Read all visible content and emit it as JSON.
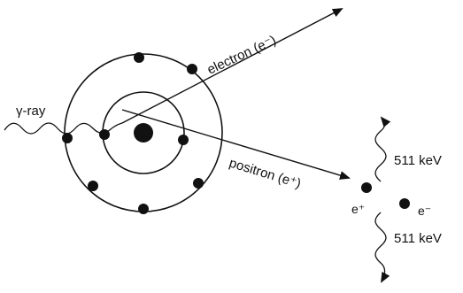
{
  "labels": {
    "gamma_ray": "γ-ray",
    "electron": "electron (e⁻)",
    "positron": "positron (e⁺)",
    "positron_symbol": "e⁺",
    "electron_symbol": "e⁻",
    "energy_top": "511 keV",
    "energy_bottom": "511 keV"
  },
  "colors": {
    "ink": "#111111",
    "background": "#ffffff"
  }
}
